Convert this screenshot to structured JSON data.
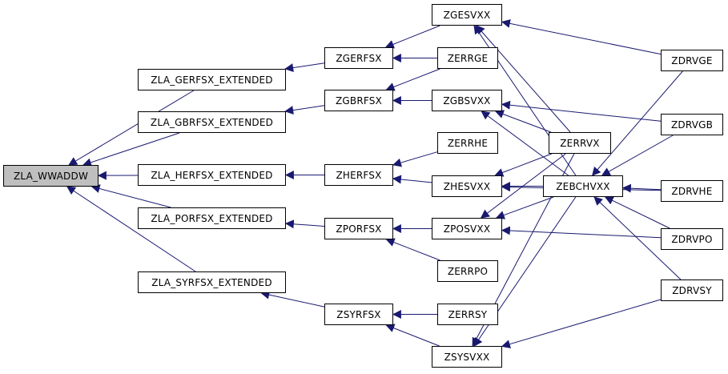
{
  "colors": {
    "edge": "#191970",
    "node_border": "#000000",
    "node_fill": "#ffffff",
    "root_fill": "#bfbfbf"
  },
  "nodes": {
    "ZLA_WWADDW": "ZLA_WWADDW",
    "ZLA_GERFSX_EXTENDED": "ZLA_GERFSX_EXTENDED",
    "ZLA_GBRFSX_EXTENDED": "ZLA_GBRFSX_EXTENDED",
    "ZLA_HERFSX_EXTENDED": "ZLA_HERFSX_EXTENDED",
    "ZLA_PORFSX_EXTENDED": "ZLA_PORFSX_EXTENDED",
    "ZLA_SYRFSX_EXTENDED": "ZLA_SYRFSX_EXTENDED",
    "ZGERFSX": "ZGERFSX",
    "ZGBRFSX": "ZGBRFSX",
    "ZHERFSX": "ZHERFSX",
    "ZPORFSX": "ZPORFSX",
    "ZSYRFSX": "ZSYRFSX",
    "ZGESVXX": "ZGESVXX",
    "ZERRGE": "ZERRGE",
    "ZGBSVXX": "ZGBSVXX",
    "ZERRHE": "ZERRHE",
    "ZHESVXX": "ZHESVXX",
    "ZPOSVXX": "ZPOSVXX",
    "ZERRPO": "ZERRPO",
    "ZERRSY": "ZERRSY",
    "ZSYSVXX": "ZSYSVXX",
    "ZERRVX": "ZERRVX",
    "ZEBCHVXX": "ZEBCHVXX",
    "ZDRVGE": "ZDRVGE",
    "ZDRVGB": "ZDRVGB",
    "ZDRVHE": "ZDRVHE",
    "ZDRVPO": "ZDRVPO",
    "ZDRVSY": "ZDRVSY"
  },
  "edges": [
    [
      "ZLA_GERFSX_EXTENDED",
      "ZLA_WWADDW"
    ],
    [
      "ZLA_GBRFSX_EXTENDED",
      "ZLA_WWADDW"
    ],
    [
      "ZLA_HERFSX_EXTENDED",
      "ZLA_WWADDW"
    ],
    [
      "ZLA_PORFSX_EXTENDED",
      "ZLA_WWADDW"
    ],
    [
      "ZLA_SYRFSX_EXTENDED",
      "ZLA_WWADDW"
    ],
    [
      "ZGERFSX",
      "ZLA_GERFSX_EXTENDED"
    ],
    [
      "ZGBRFSX",
      "ZLA_GBRFSX_EXTENDED"
    ],
    [
      "ZHERFSX",
      "ZLA_HERFSX_EXTENDED"
    ],
    [
      "ZPORFSX",
      "ZLA_PORFSX_EXTENDED"
    ],
    [
      "ZSYRFSX",
      "ZLA_SYRFSX_EXTENDED"
    ],
    [
      "ZGESVXX",
      "ZGERFSX"
    ],
    [
      "ZERRGE",
      "ZGERFSX"
    ],
    [
      "ZGBSVXX",
      "ZGBRFSX"
    ],
    [
      "ZERRGE",
      "ZGBRFSX"
    ],
    [
      "ZERRHE",
      "ZHERFSX"
    ],
    [
      "ZHESVXX",
      "ZHERFSX"
    ],
    [
      "ZPOSVXX",
      "ZPORFSX"
    ],
    [
      "ZERRPO",
      "ZPORFSX"
    ],
    [
      "ZERRSY",
      "ZSYRFSX"
    ],
    [
      "ZSYSVXX",
      "ZSYRFSX"
    ],
    [
      "ZERRVX",
      "ZGESVXX"
    ],
    [
      "ZEBCHVXX",
      "ZGESVXX"
    ],
    [
      "ZDRVGE",
      "ZGESVXX"
    ],
    [
      "ZERRVX",
      "ZGBSVXX"
    ],
    [
      "ZEBCHVXX",
      "ZGBSVXX"
    ],
    [
      "ZDRVGB",
      "ZGBSVXX"
    ],
    [
      "ZERRVX",
      "ZHESVXX"
    ],
    [
      "ZEBCHVXX",
      "ZHESVXX"
    ],
    [
      "ZDRVHE",
      "ZHESVXX"
    ],
    [
      "ZERRVX",
      "ZPOSVXX"
    ],
    [
      "ZEBCHVXX",
      "ZPOSVXX"
    ],
    [
      "ZDRVPO",
      "ZPOSVXX"
    ],
    [
      "ZERRVX",
      "ZSYSVXX"
    ],
    [
      "ZEBCHVXX",
      "ZSYSVXX"
    ],
    [
      "ZDRVSY",
      "ZSYSVXX"
    ],
    [
      "ZDRVGE",
      "ZEBCHVXX"
    ],
    [
      "ZDRVGB",
      "ZEBCHVXX"
    ],
    [
      "ZDRVHE",
      "ZEBCHVXX"
    ],
    [
      "ZDRVPO",
      "ZEBCHVXX"
    ],
    [
      "ZDRVSY",
      "ZEBCHVXX"
    ]
  ]
}
